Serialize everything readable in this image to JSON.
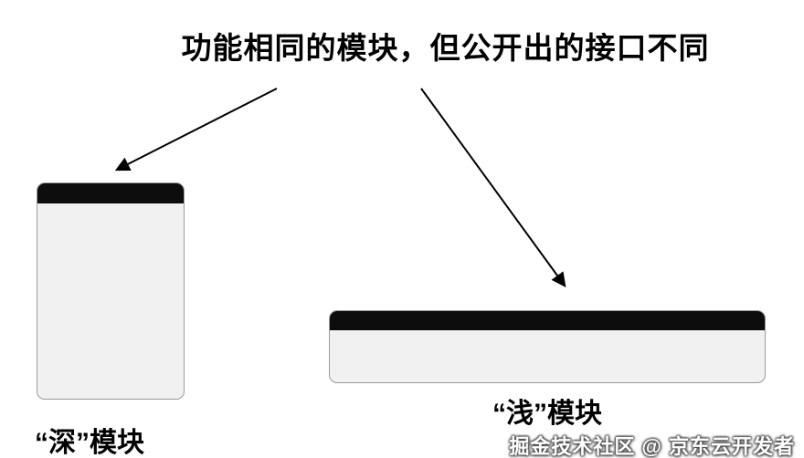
{
  "title": "功能相同的模块，但公开出的接口不同",
  "modules": {
    "deep": {
      "label": "“深”模块"
    },
    "shallow": {
      "label": "“浅”模块"
    }
  },
  "watermark": "掘金技术社区 @ 京东云开发者",
  "icons": {
    "arrow_to_deep": "arrow-down-left",
    "arrow_to_shallow": "arrow-down-right"
  },
  "colors": {
    "background": "#ffffff",
    "module_interface_bar": "#0d0d0d",
    "module_fill": "#f1f1f1",
    "module_border": "#9a9a9a",
    "arrow": "#000000",
    "title_text": "#000000",
    "watermark_text": "#ffffff"
  }
}
